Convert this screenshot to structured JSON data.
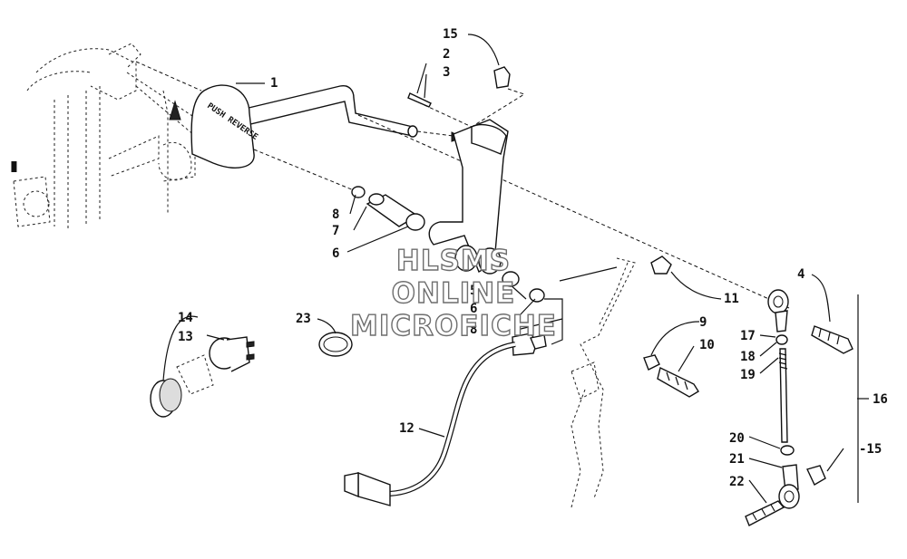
{
  "watermark": {
    "line1": "HLSMS",
    "line2": "ONLINE",
    "line3": "MICROFICHE"
  },
  "callouts": [
    "1",
    "2",
    "3",
    "4",
    "5",
    "6",
    "6",
    "7",
    "8",
    "8",
    "9",
    "10",
    "11",
    "12",
    "13",
    "14",
    "15",
    "-15",
    "16",
    "17",
    "18",
    "19",
    "20",
    "21",
    "22",
    "23"
  ],
  "parts": {
    "shield_text": "PUSH REVERSE"
  },
  "colors": {
    "ink": "#111111",
    "watermark_outline": "#6e6e6e",
    "background": "#ffffff"
  }
}
